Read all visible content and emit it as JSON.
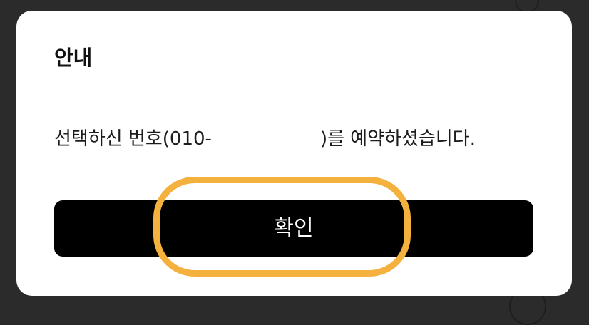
{
  "dialog": {
    "title": "안내",
    "message_prefix": "선택하신 번호(010-",
    "message_suffix": ")를 예약하셨습니다.",
    "confirm_label": "확인"
  },
  "colors": {
    "backdrop": "#2b2b2b",
    "dialog_background": "#ffffff",
    "button_background": "#000000",
    "button_text": "#ffffff",
    "highlight": "#f5b13d"
  }
}
